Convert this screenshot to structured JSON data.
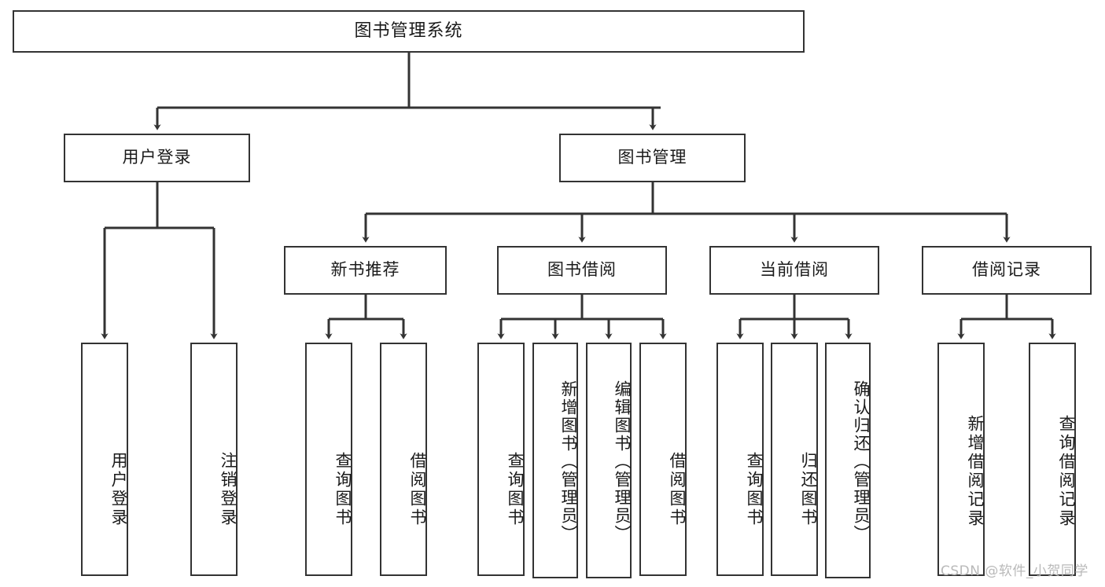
{
  "diagram": {
    "type": "hierarchy-tree",
    "title": "图书管理系统",
    "watermark": "CSDN @软件_小贺同学",
    "colors": {
      "box_border": "#333333",
      "box_fill": "#ffffff",
      "connector": "#333333",
      "text": "#1a1a1a",
      "watermark": "#b9b9b9",
      "background": "#ffffff"
    },
    "nodes": {
      "root": {
        "label": "图书管理系统"
      },
      "level1": [
        {
          "label": "用户登录"
        },
        {
          "label": "图书管理"
        }
      ],
      "level2": [
        {
          "label": "新书推荐"
        },
        {
          "label": "图书借阅"
        },
        {
          "label": "当前借阅"
        },
        {
          "label": "借阅记录"
        }
      ],
      "leaves": {
        "user_login": [
          {
            "label": "用户登录"
          },
          {
            "label": "注销登录"
          }
        ],
        "new_book_recommend": [
          {
            "label": "查询图书"
          },
          {
            "label": "借阅图书"
          }
        ],
        "book_borrow": [
          {
            "label": "查询图书"
          },
          {
            "label": "新增图书（管理员）"
          },
          {
            "label": "编辑图书（管理员）"
          },
          {
            "label": "借阅图书"
          }
        ],
        "current_borrow": [
          {
            "label": "查询图书"
          },
          {
            "label": "归还图书"
          },
          {
            "label": "确认归还（管理员）"
          }
        ],
        "borrow_record": [
          {
            "label": "新增借阅记录"
          },
          {
            "label": "查询借阅记录"
          }
        ]
      }
    }
  }
}
